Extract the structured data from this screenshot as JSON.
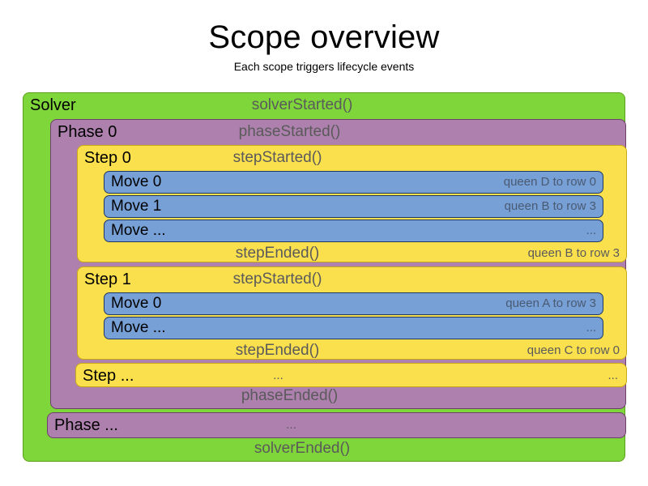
{
  "page": {
    "title": "Scope overview",
    "subtitle": "Each scope triggers lifecycle events"
  },
  "colors": {
    "solver": "#7fd63b",
    "phase": "#ad80ad",
    "step": "#fbe04e",
    "move": "#76a0d6",
    "event_text": "#5a5a5a",
    "scope_text": "#000000"
  },
  "solver": {
    "name": "Solver",
    "started_event": "solverStarted()",
    "ended_event": "solverEnded()",
    "phases": [
      {
        "name": "Phase 0",
        "started_event": "phaseStarted()",
        "ended_event": "phaseEnded()",
        "steps": [
          {
            "name": "Step 0",
            "started_event": "stepStarted()",
            "ended_event": "stepEnded()",
            "ended_detail": "queen B to row 3",
            "moves": [
              {
                "name": "Move 0",
                "detail": "queen D to row 0"
              },
              {
                "name": "Move 1",
                "detail": "queen B to row 3"
              },
              {
                "name": "Move ...",
                "detail": "..."
              }
            ]
          },
          {
            "name": "Step 1",
            "started_event": "stepStarted()",
            "ended_event": "stepEnded()",
            "ended_detail": "queen C to row 0",
            "moves": [
              {
                "name": "Move 0",
                "detail": "queen A to row 3"
              },
              {
                "name": "Move ...",
                "detail": "..."
              }
            ]
          },
          {
            "name": "Step ...",
            "started_event": "...",
            "ended_event": "",
            "ended_detail": "",
            "detail": "..."
          }
        ]
      },
      {
        "name": "Phase ...",
        "started_event": "...",
        "ended_event": "",
        "steps": []
      }
    ]
  }
}
